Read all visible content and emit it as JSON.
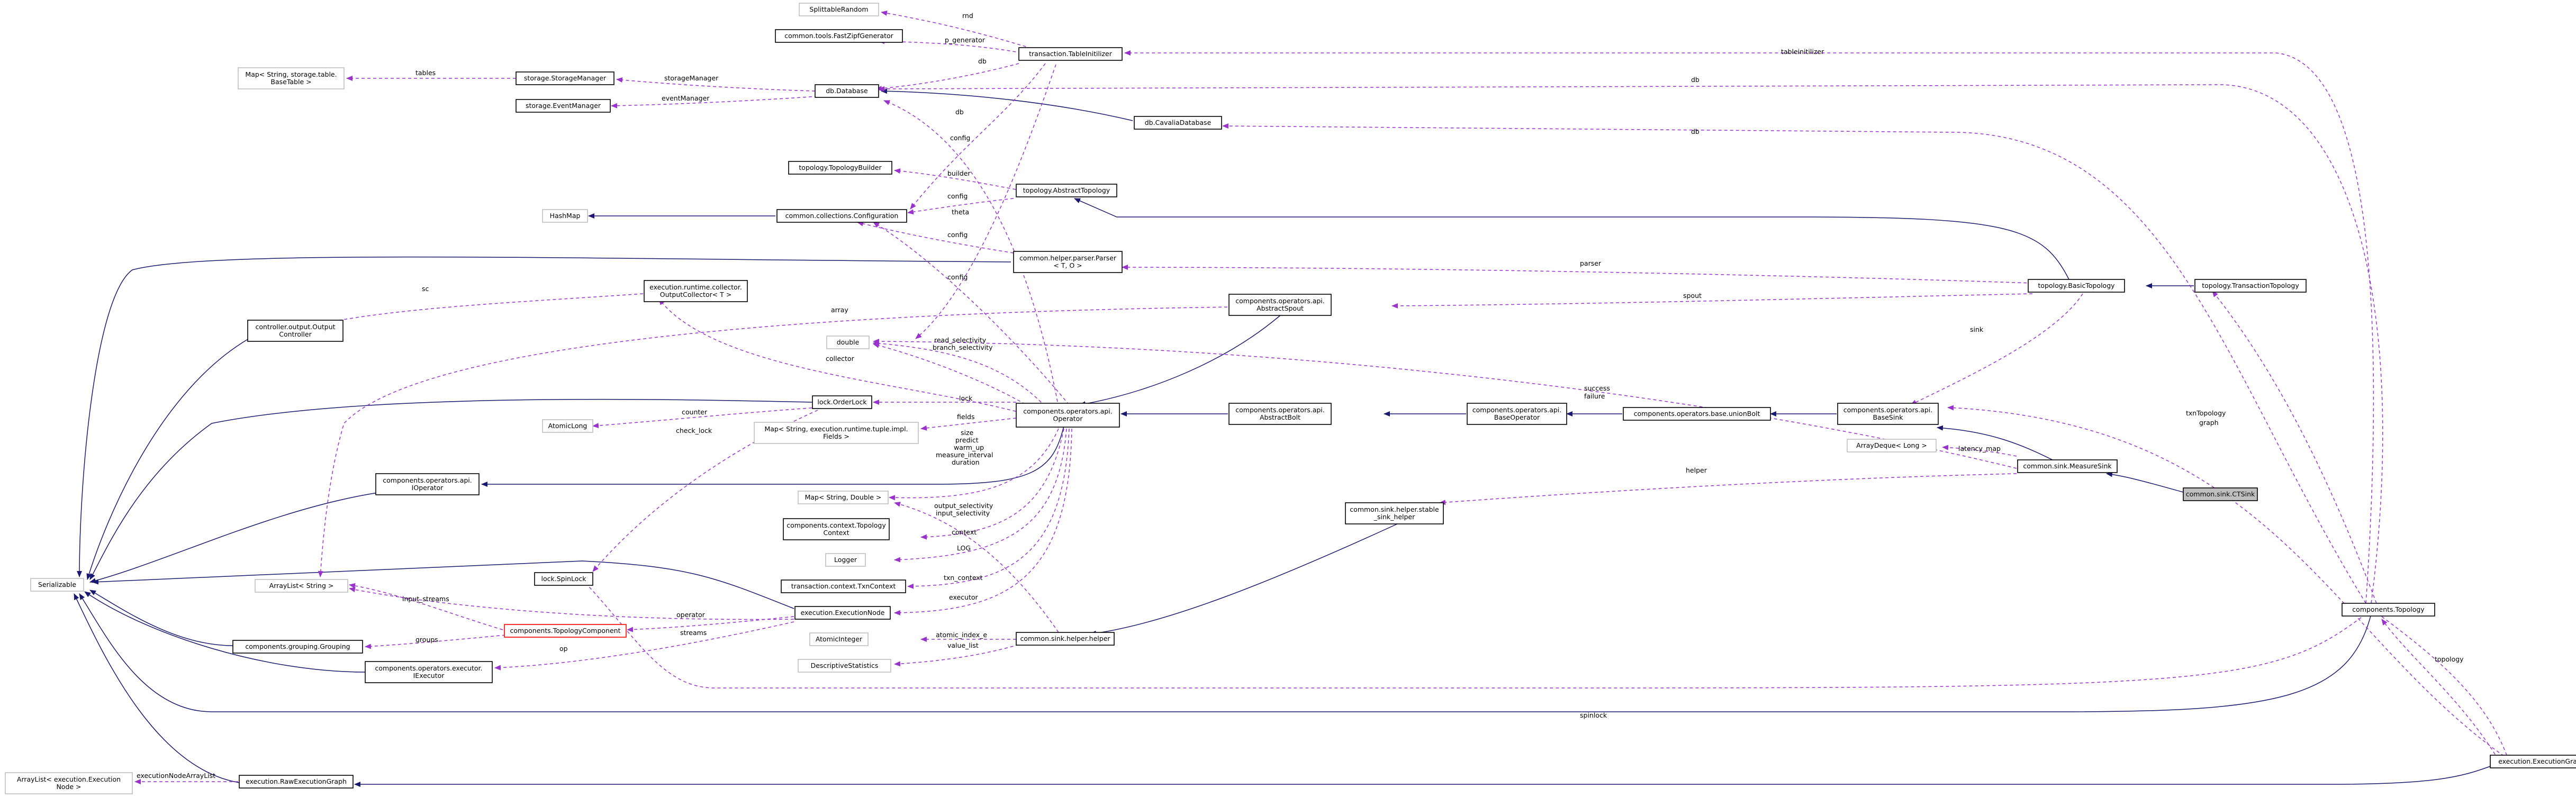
{
  "diagram_title": "",
  "colors": {
    "inheritance_edge": "#191970",
    "usage_edge": "#9a32cd",
    "node_border": "#000000",
    "external_node_border": "#bfbfbf",
    "highlight_node_fill": "#bfbfbf",
    "highlight_border_red": "#ff0000"
  },
  "nodes": [
    {
      "id": "ct_sink",
      "label": [
        "common.sink.CTSink"
      ],
      "kind": "highlight"
    },
    {
      "id": "measure_sink",
      "label": [
        "common.sink.MeasureSink"
      ],
      "kind": "class"
    },
    {
      "id": "base_sink",
      "label": [
        "components.operators.api.",
        "BaseSink"
      ],
      "kind": "class"
    },
    {
      "id": "base_unithread_bolt",
      "label": [
        "components.operators.base.unionBolt"
      ],
      "kind": "class"
    },
    {
      "id": "base_operator",
      "label": [
        "components.operators.api.",
        "BaseOperator"
      ],
      "kind": "class"
    },
    {
      "id": "abstract_bolt",
      "label": [
        "components.operators.api.",
        "AbstractBolt"
      ],
      "kind": "class"
    },
    {
      "id": "abstract_spout",
      "label": [
        "components.operators.api.",
        "AbstractSpout"
      ],
      "kind": "class"
    },
    {
      "id": "operator",
      "label": [
        "components.operators.api.",
        "Operator"
      ],
      "kind": "class"
    },
    {
      "id": "ioperator",
      "label": [
        "components.operators.api.",
        "IOperator"
      ],
      "kind": "class"
    },
    {
      "id": "serializable",
      "label": [
        "Serializable"
      ],
      "kind": "external"
    },
    {
      "id": "sink_helper_stable",
      "label": [
        "common.sink.helper.stable",
        "_sink_helper"
      ],
      "kind": "class"
    },
    {
      "id": "sink_helper",
      "label": [
        "common.sink.helper.helper"
      ],
      "kind": "class"
    },
    {
      "id": "array_deque_long",
      "label": [
        "ArrayDeque< Long >"
      ],
      "kind": "external"
    },
    {
      "id": "basic_topology",
      "label": [
        "topology.BasicTopology"
      ],
      "kind": "class"
    },
    {
      "id": "transaction_topology",
      "label": [
        "topology.TransactionTopology"
      ],
      "kind": "class"
    },
    {
      "id": "abstract_topology",
      "label": [
        "topology.AbstractTopology"
      ],
      "kind": "class"
    },
    {
      "id": "topology_builder",
      "label": [
        "topology.TopologyBuilder"
      ],
      "kind": "class"
    },
    {
      "id": "configuration",
      "label": [
        "common.collections.Configuration"
      ],
      "kind": "class"
    },
    {
      "id": "hashmap",
      "label": [
        "HashMap"
      ],
      "kind": "external"
    },
    {
      "id": "parser",
      "label": [
        "common.helper.parser.Parser",
        "< T, O >"
      ],
      "kind": "class"
    },
    {
      "id": "split_random",
      "label": [
        "SplittableRandom"
      ],
      "kind": "external"
    },
    {
      "id": "zipf",
      "label": [
        "common.tools.FastZipfGenerator"
      ],
      "kind": "class"
    },
    {
      "id": "table_initilizer",
      "label": [
        "transaction.TableInitilizer"
      ],
      "kind": "class"
    },
    {
      "id": "storage_manager",
      "label": [
        "storage.StorageManager"
      ],
      "kind": "class"
    },
    {
      "id": "event_manager",
      "label": [
        "storage.EventManager"
      ],
      "kind": "class"
    },
    {
      "id": "map_tables",
      "label": [
        "Map< String, storage.table.",
        "BaseTable >"
      ],
      "kind": "external"
    },
    {
      "id": "database",
      "label": [
        "db.Database"
      ],
      "kind": "class"
    },
    {
      "id": "cavalia_database",
      "label": [
        "db.CavaliaDatabase"
      ],
      "kind": "class"
    },
    {
      "id": "output_collector",
      "label": [
        "execution.runtime.collector.",
        "OutputCollector< T >"
      ],
      "kind": "class"
    },
    {
      "id": "output_controller",
      "label": [
        "controller.output.Output",
        "Controller"
      ],
      "kind": "class"
    },
    {
      "id": "double",
      "label": [
        "double"
      ],
      "kind": "external"
    },
    {
      "id": "order_lock",
      "label": [
        "lock.OrderLock"
      ],
      "kind": "class"
    },
    {
      "id": "atomic_long",
      "label": [
        "AtomicLong"
      ],
      "kind": "external"
    },
    {
      "id": "map_fields",
      "label": [
        "Map< String, execution.runtime.tuple.impl.",
        "Fields >"
      ],
      "kind": "external"
    },
    {
      "id": "map_string_double",
      "label": [
        "Map< String, Double >"
      ],
      "kind": "external"
    },
    {
      "id": "topology_context",
      "label": [
        "components.context.Topology",
        "Context"
      ],
      "kind": "class"
    },
    {
      "id": "logger",
      "label": [
        "Logger"
      ],
      "kind": "external"
    },
    {
      "id": "txn_context",
      "label": [
        "transaction.context.TxnContext"
      ],
      "kind": "class"
    },
    {
      "id": "execution_node",
      "label": [
        "execution.ExecutionNode"
      ],
      "kind": "class"
    },
    {
      "id": "atomic_integer",
      "label": [
        "AtomicInteger"
      ],
      "kind": "external"
    },
    {
      "id": "descriptive_statistics",
      "label": [
        "DescriptiveStatistics"
      ],
      "kind": "external"
    },
    {
      "id": "spin_lock",
      "label": [
        "lock.SpinLock"
      ],
      "kind": "class"
    },
    {
      "id": "arraylist_string",
      "label": [
        "ArrayList< String >"
      ],
      "kind": "external"
    },
    {
      "id": "topology_component",
      "label": [
        "components.TopologyComponent"
      ],
      "kind": "red"
    },
    {
      "id": "grouping",
      "label": [
        "components.grouping.Grouping"
      ],
      "kind": "class"
    },
    {
      "id": "iexecutor",
      "label": [
        "components.operators.executor.",
        "IExecutor"
      ],
      "kind": "class"
    },
    {
      "id": "topology",
      "label": [
        "components.Topology"
      ],
      "kind": "class"
    },
    {
      "id": "execution_graph",
      "label": [
        "execution.ExecutionGraph"
      ],
      "kind": "class"
    },
    {
      "id": "raw_execution_graph",
      "label": [
        "execution.RawExecutionGraph"
      ],
      "kind": "class"
    },
    {
      "id": "arraylist_exec_node",
      "label": [
        "ArrayList< execution.Execution",
        "Node >"
      ],
      "kind": "external"
    }
  ],
  "edge_labels": {
    "rnd": "rnd",
    "p_generator": "p_generator",
    "db": "db",
    "tables": "tables",
    "storageManager": "storageManager",
    "eventManager": "eventManager",
    "builder": "builder",
    "config": "config",
    "theta": "theta",
    "parser": "parser",
    "spout": "spout",
    "sink": "sink",
    "sc": "sc",
    "array": "array",
    "read_selectivity": "read_selectivity",
    "branch_selectivity": "branch_selectivity",
    "collector": "collector",
    "lock": "lock",
    "counter": "counter",
    "check_lock": "check_lock",
    "fields": "fields",
    "size": "size",
    "predict": "predict",
    "warm_up": "warm_up",
    "measure_interval": "measure_interval",
    "duration": "duration",
    "success": "success",
    "failure": "failure",
    "latency_map": "latency_map",
    "helper": "helper",
    "graph": "graph",
    "txnTopology": "txnTopology",
    "tableinitilizer": "tableinitilizer",
    "output_selectivity": "output_selectivity",
    "input_selectivity": "input_selectivity",
    "context": "context",
    "LOG": "LOG",
    "txn_context": "txn_context",
    "executor": "executor",
    "operator": "operator",
    "input_streams": "input_streams",
    "groups": "groups",
    "streams": "streams",
    "op": "op",
    "atomic_index_e": "atomic_index_e",
    "value_list": "value_list",
    "spinlock": "spinlock",
    "topology": "topology",
    "executionNodeArrayList": "executionNodeArrayList"
  }
}
